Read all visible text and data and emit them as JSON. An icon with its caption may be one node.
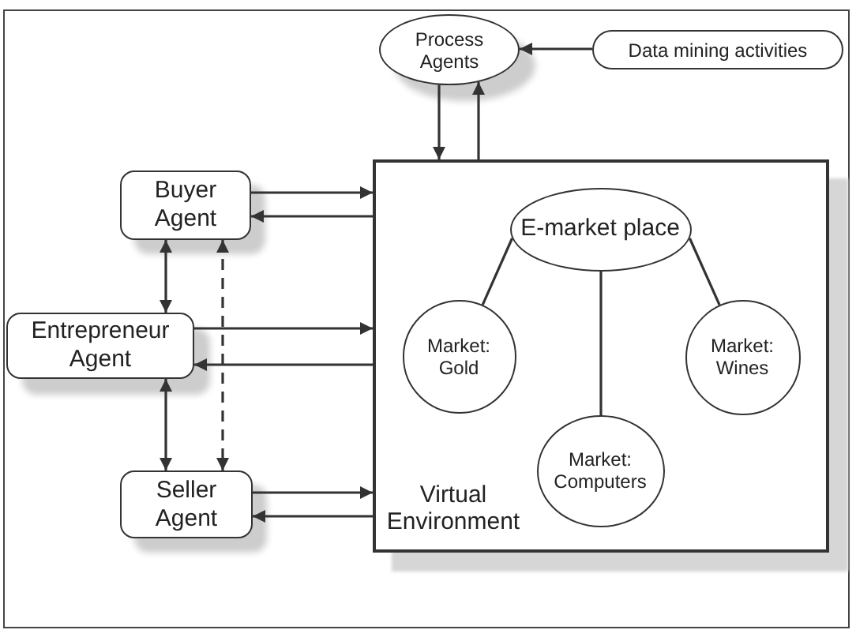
{
  "diagram": {
    "nodes": [
      {
        "text": [
          "Process Agents"
        ]
      },
      {
        "text": [
          "Data mining activities"
        ]
      },
      {
        "text": [
          "Buyer Agent"
        ]
      },
      {
        "text": [
          "Entrepreneur Agent"
        ]
      },
      {
        "text": [
          "Seller Agent"
        ]
      },
      {
        "text": [
          "Virtual Environment"
        ]
      },
      {
        "text": [
          "E-market place"
        ],
        "in": 5
      },
      {
        "text": [
          "Market: Gold"
        ],
        "in": 5
      },
      {
        "text": [
          "Market: Wines"
        ],
        "in": 5
      },
      {
        "text": [
          "Market: Computers"
        ],
        "in": 5
      }
    ],
    "edges": [
      {
        "from": 1,
        "to": 0,
        "arrow": "to"
      },
      {
        "from": 0,
        "to": 5,
        "arrow": "to"
      },
      {
        "from": 5,
        "to": 0,
        "arrow": "to"
      },
      {
        "from": 2,
        "to": 5,
        "arrow": "to"
      },
      {
        "from": 5,
        "to": 2,
        "arrow": "to"
      },
      {
        "from": 2,
        "to": 3,
        "arrow": "both"
      },
      {
        "from": 2,
        "to": 4,
        "arrow": "both",
        "style": "dashed"
      },
      {
        "from": 3,
        "to": 5,
        "arrow": "to"
      },
      {
        "from": 5,
        "to": 3,
        "arrow": "to"
      },
      {
        "from": 3,
        "to": 4,
        "arrow": "both"
      },
      {
        "from": 4,
        "to": 5,
        "arrow": "to"
      },
      {
        "from": 5,
        "to": 4,
        "arrow": "to"
      },
      {
        "from": 6,
        "to": 7,
        "arrow": "none"
      },
      {
        "from": 6,
        "to": 9,
        "arrow": "none"
      },
      {
        "from": 6,
        "to": 8,
        "arrow": "none"
      }
    ]
  }
}
